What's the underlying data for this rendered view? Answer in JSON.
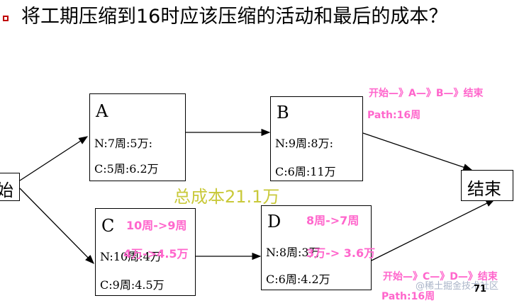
{
  "question": {
    "text": "将工期压缩到16时应该压缩的活动和最后的成本？"
  },
  "nodes": {
    "start": {
      "label": "始"
    },
    "end": {
      "label": "结束"
    },
    "A": {
      "name": "A",
      "normal": "N:7周:5万:",
      "crash": "C:5周:6.2万"
    },
    "B": {
      "name": "B",
      "normal": "N:9周:8万:",
      "crash": "C:6周:11万"
    },
    "C": {
      "name": "C",
      "normal": "N:10周:4万",
      "crash": "C:9周:4.5万"
    },
    "D": {
      "name": "D",
      "normal": "N:8周:3万",
      "crash": "C:6周:4.2万"
    }
  },
  "annotations": {
    "path1_route": "开始—》A—》B—》结束",
    "path1_length": "Path:16周",
    "c_duration_change": "10周->9周",
    "c_cost_change": "4万->4.5万",
    "d_duration_change": "8周->7周",
    "d_cost_change": "3万-> 3.6万",
    "path2_route": "开始—》C—》D—》结束",
    "path2_length": "Path:16周",
    "total_cost": "总成本21.1万"
  },
  "footer": {
    "page_number": "71",
    "watermark": "@稀土掘金技术社区"
  },
  "colors": {
    "annotation": "#ff66cc",
    "total_cost": "#c9c93a",
    "bullet": "#c00000"
  }
}
